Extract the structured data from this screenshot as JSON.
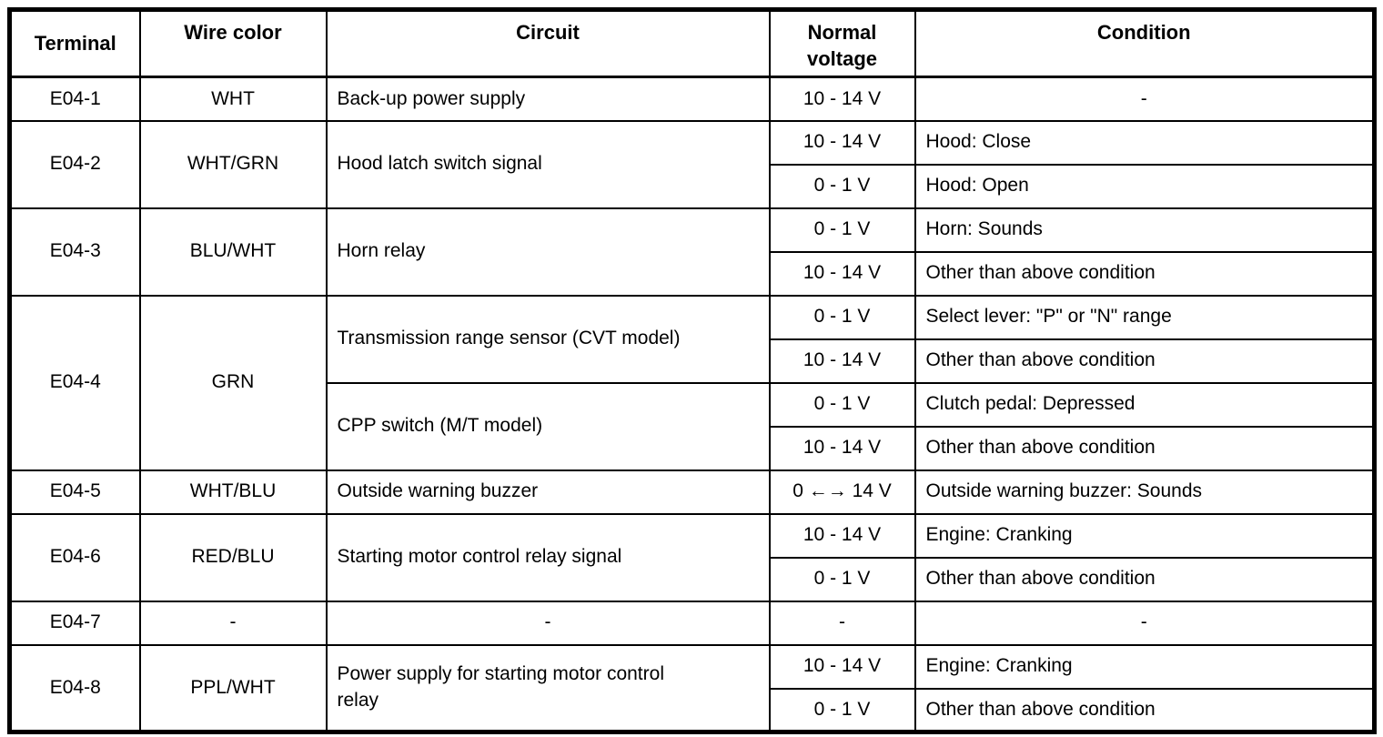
{
  "table": {
    "headers": {
      "terminal": "Terminal",
      "wire_color": "Wire color",
      "circuit": "Circuit",
      "normal_voltage": "Normal voltage",
      "condition": "Condition"
    },
    "rows": [
      {
        "terminal": "E04-1",
        "wire_color": "WHT",
        "circuits": [
          {
            "name": "Back-up power supply",
            "entries": [
              {
                "voltage": "10 - 14 V",
                "condition": "-"
              }
            ]
          }
        ]
      },
      {
        "terminal": "E04-2",
        "wire_color": "WHT/GRN",
        "circuits": [
          {
            "name": "Hood latch switch signal",
            "entries": [
              {
                "voltage": "10 - 14 V",
                "condition": "Hood: Close"
              },
              {
                "voltage": "0 - 1 V",
                "condition": "Hood: Open"
              }
            ]
          }
        ]
      },
      {
        "terminal": "E04-3",
        "wire_color": "BLU/WHT",
        "circuits": [
          {
            "name": "Horn relay",
            "entries": [
              {
                "voltage": "0 - 1 V",
                "condition": "Horn: Sounds"
              },
              {
                "voltage": "10 - 14 V",
                "condition": "Other than above condition"
              }
            ]
          }
        ]
      },
      {
        "terminal": "E04-4",
        "wire_color": "GRN",
        "circuits": [
          {
            "name": "Transmission range sensor (CVT model)",
            "entries": [
              {
                "voltage": "0 - 1 V",
                "condition": "Select lever: \"P\" or \"N\" range"
              },
              {
                "voltage": "10 - 14 V",
                "condition": "Other than above condition"
              }
            ]
          },
          {
            "name": "CPP switch (M/T model)",
            "entries": [
              {
                "voltage": "0 - 1 V",
                "condition": "Clutch pedal: Depressed"
              },
              {
                "voltage": "10 - 14 V",
                "condition": "Other than above condition"
              }
            ]
          }
        ]
      },
      {
        "terminal": "E04-5",
        "wire_color": "WHT/BLU",
        "circuits": [
          {
            "name": "Outside warning buzzer",
            "entries": [
              {
                "voltage": "0 ←→ 14 V",
                "condition": "Outside warning buzzer: Sounds"
              }
            ]
          }
        ]
      },
      {
        "terminal": "E04-6",
        "wire_color": "RED/BLU",
        "circuits": [
          {
            "name": "Starting motor control relay signal",
            "entries": [
              {
                "voltage": "10 - 14 V",
                "condition": "Engine: Cranking"
              },
              {
                "voltage": "0 - 1 V",
                "condition": "Other than above condition"
              }
            ]
          }
        ]
      },
      {
        "terminal": "E04-7",
        "wire_color": "-",
        "circuits": [
          {
            "name": "-",
            "entries": [
              {
                "voltage": "-",
                "condition": "-"
              }
            ]
          }
        ]
      },
      {
        "terminal": "E04-8",
        "wire_color": "PPL/WHT",
        "circuits": [
          {
            "name": "Power supply for starting motor control relay",
            "entries": [
              {
                "voltage": "10 - 14 V",
                "condition": "Engine: Cranking"
              },
              {
                "voltage": "0 - 1 V",
                "condition": "Other than above condition"
              }
            ]
          }
        ]
      }
    ]
  }
}
